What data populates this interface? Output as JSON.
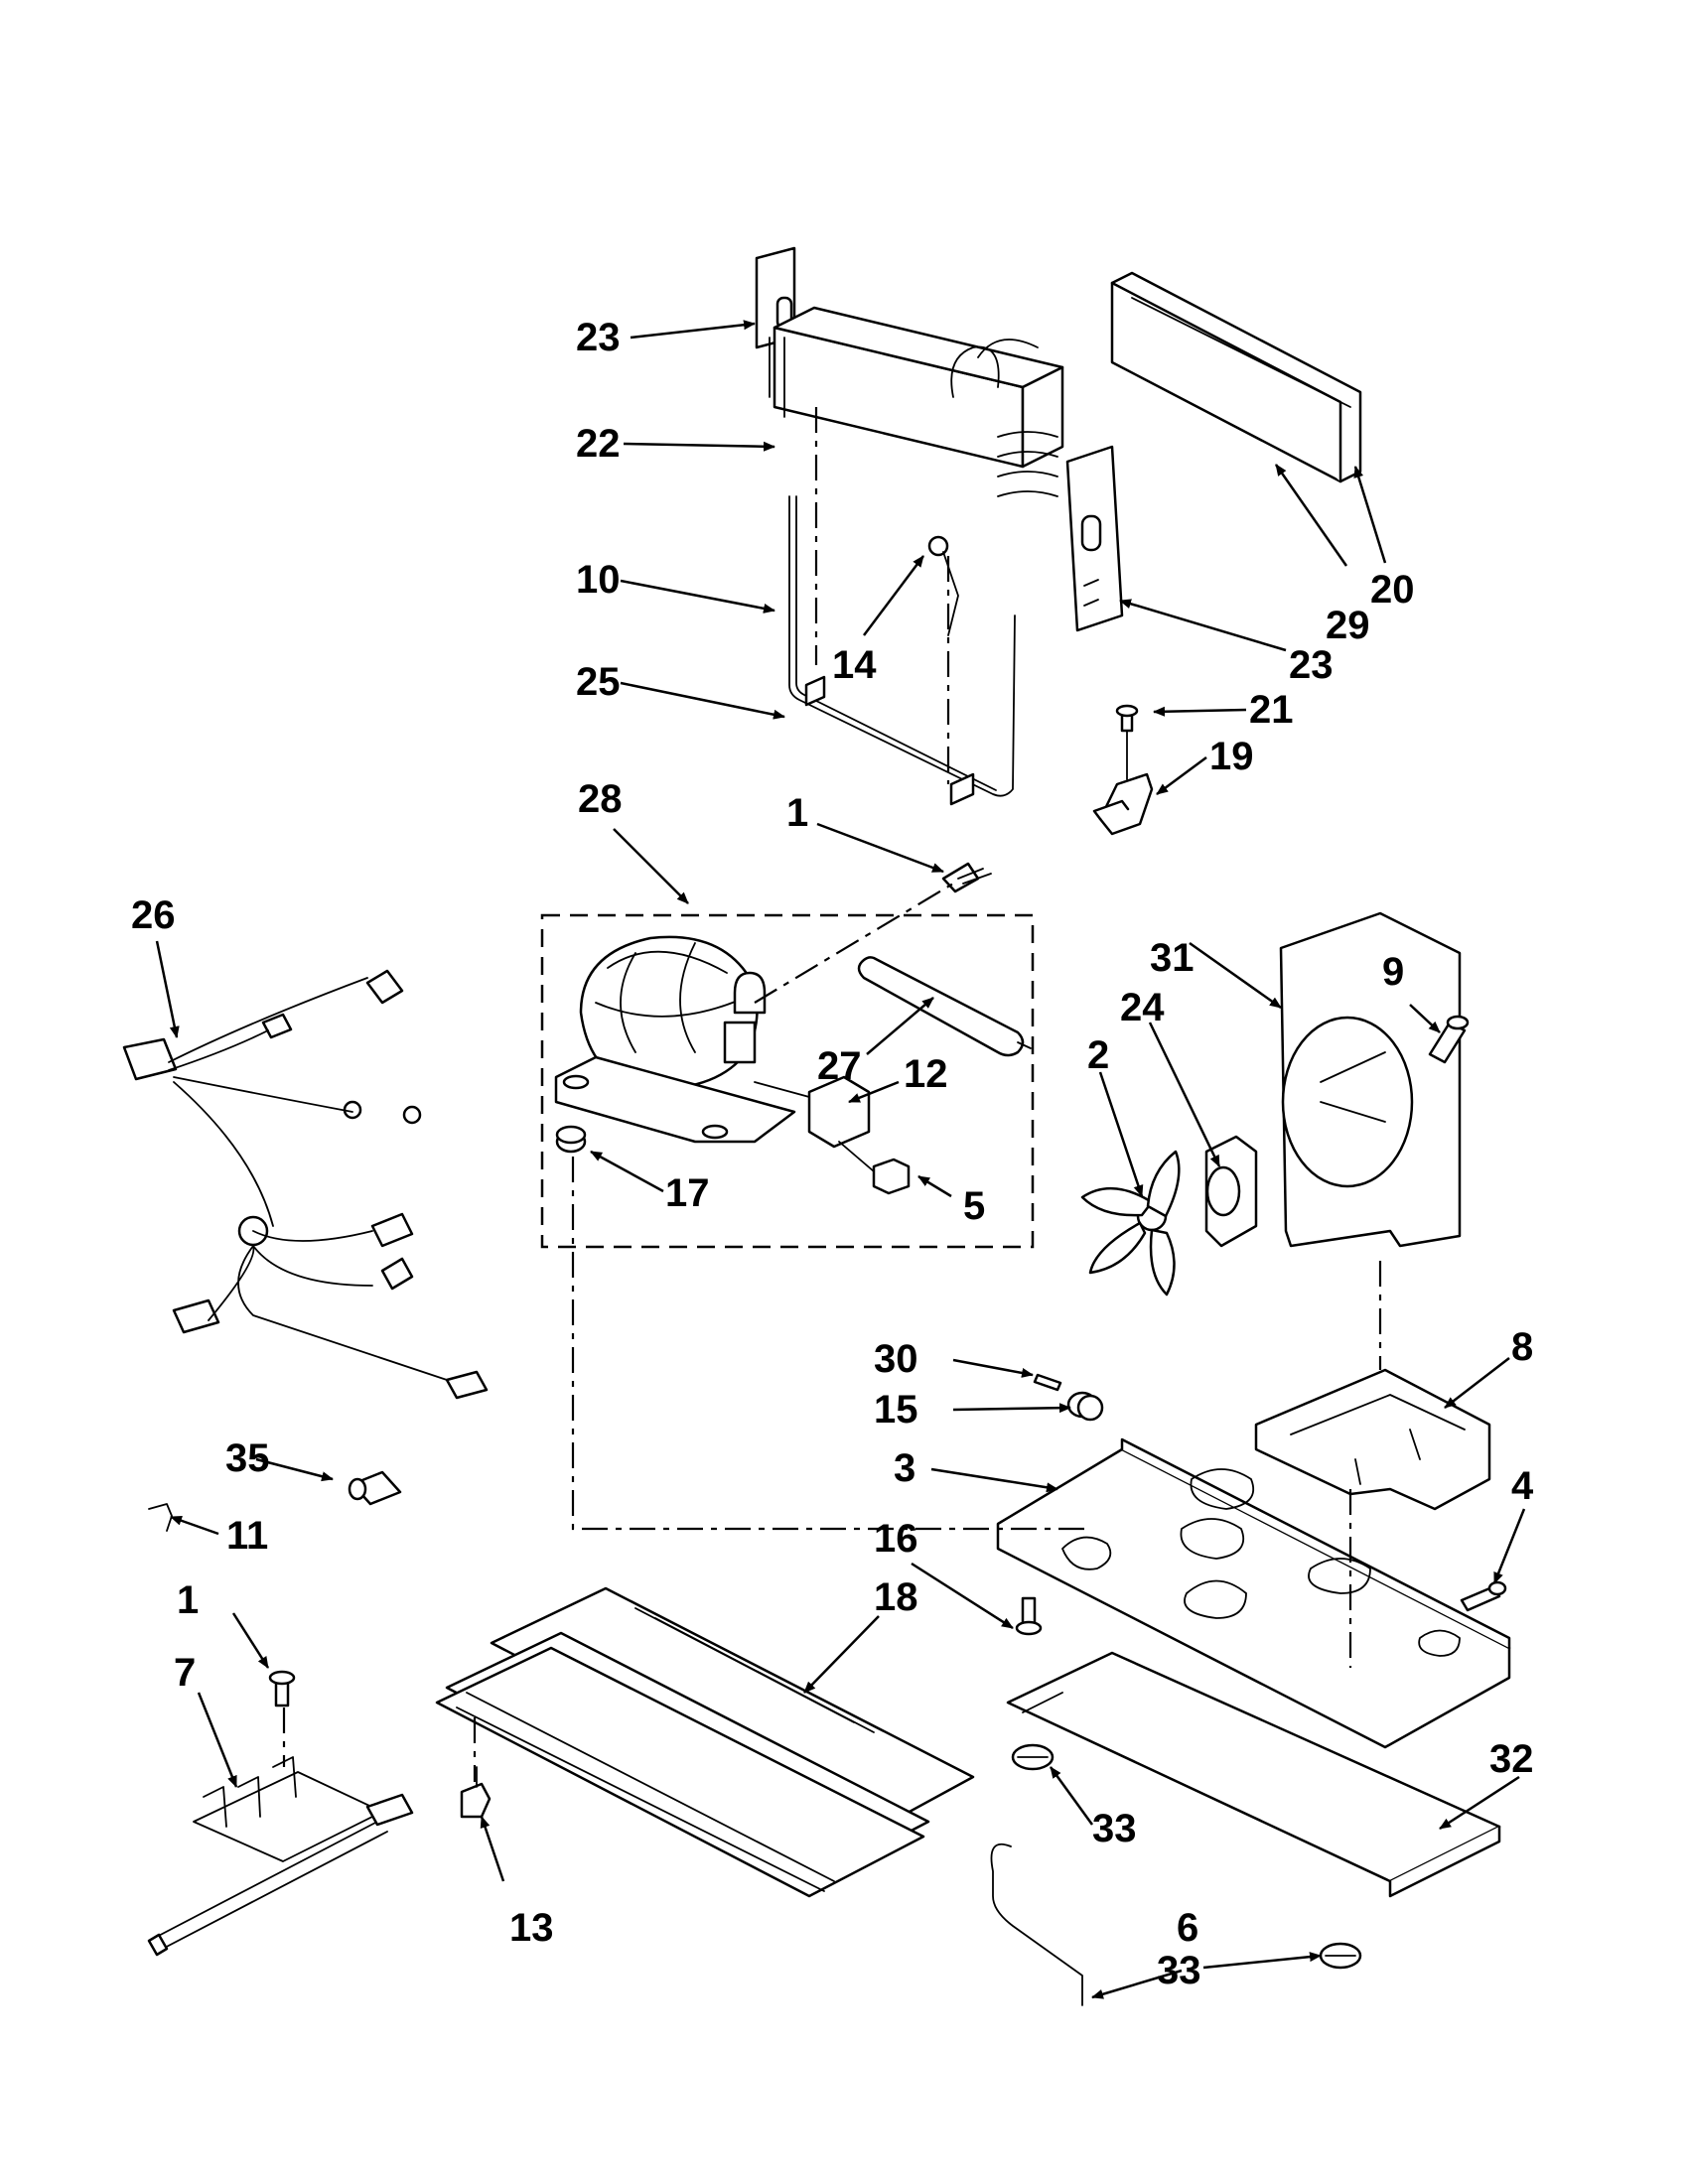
{
  "callouts": {
    "c1a": "1",
    "c1b": "1",
    "c2": "2",
    "c3": "3",
    "c4": "4",
    "c5": "5",
    "c6": "6",
    "c7": "7",
    "c8": "8",
    "c9": "9",
    "c10": "10",
    "c11": "11",
    "c12": "12",
    "c13": "13",
    "c14": "14",
    "c15": "15",
    "c16": "16",
    "c17": "17",
    "c18": "18",
    "c19": "19",
    "c20": "20",
    "c21": "21",
    "c22": "22",
    "c23a": "23",
    "c23b": "23",
    "c24": "24",
    "c25": "25",
    "c26": "26",
    "c27": "27",
    "c28": "28",
    "c29": "29",
    "c30": "30",
    "c31": "31",
    "c32": "32",
    "c33a": "33",
    "c33b": "33",
    "c35": "35"
  }
}
